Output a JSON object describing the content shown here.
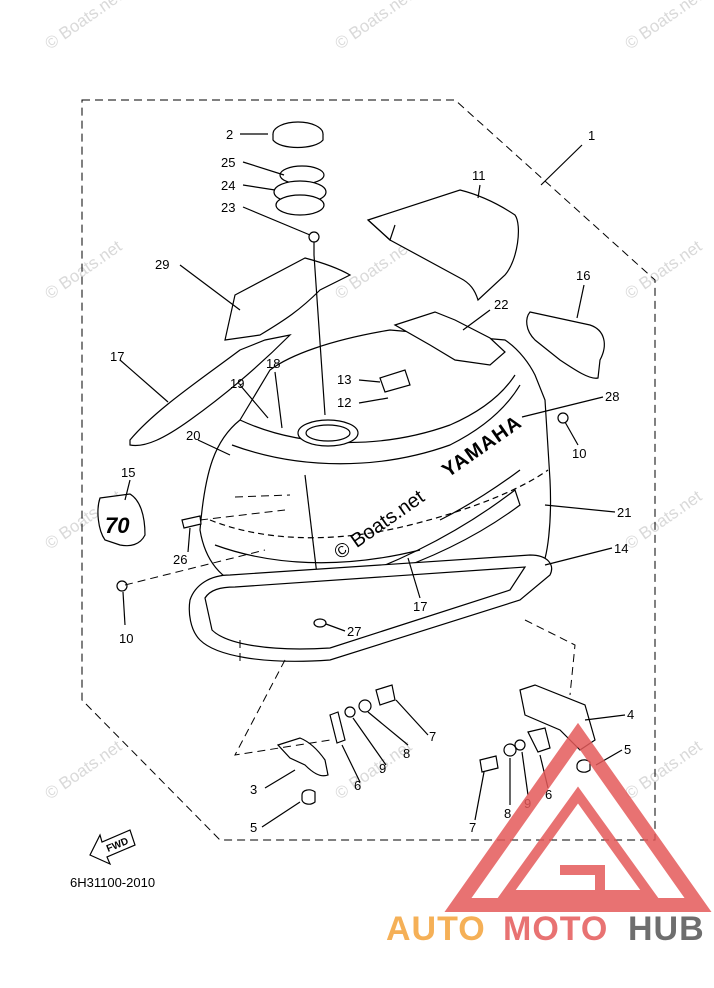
{
  "watermark": "© Boats.net",
  "callout_watermark": "© Boats.net",
  "cowl_brand": "YAMAHA",
  "decal_model": "70",
  "fwd_label": "FWD",
  "diagram_code": "6H31100-2010",
  "logo": {
    "auto": "AUTO",
    "moto": "MOTO",
    "hub": "HUB"
  },
  "callouts": {
    "c1": "1",
    "c2": "2",
    "c25": "25",
    "c24": "24",
    "c23": "23",
    "c11": "11",
    "c29": "29",
    "c16": "16",
    "c22": "22",
    "c17a": "17",
    "c18": "18",
    "c19": "19",
    "c13": "13",
    "c12": "12",
    "c28": "28",
    "c10a": "10",
    "c20": "20",
    "c15": "15",
    "c21": "21",
    "c26": "26",
    "c14": "14",
    "c10b": "10",
    "c17b": "17",
    "c27": "27",
    "c7a": "7",
    "c8a": "8",
    "c9a": "9",
    "c6a": "6",
    "c3": "3",
    "c5a": "5",
    "c4": "4",
    "c5b": "5",
    "c6b": "6",
    "c9b": "9",
    "c8b": "8",
    "c7b": "7"
  }
}
